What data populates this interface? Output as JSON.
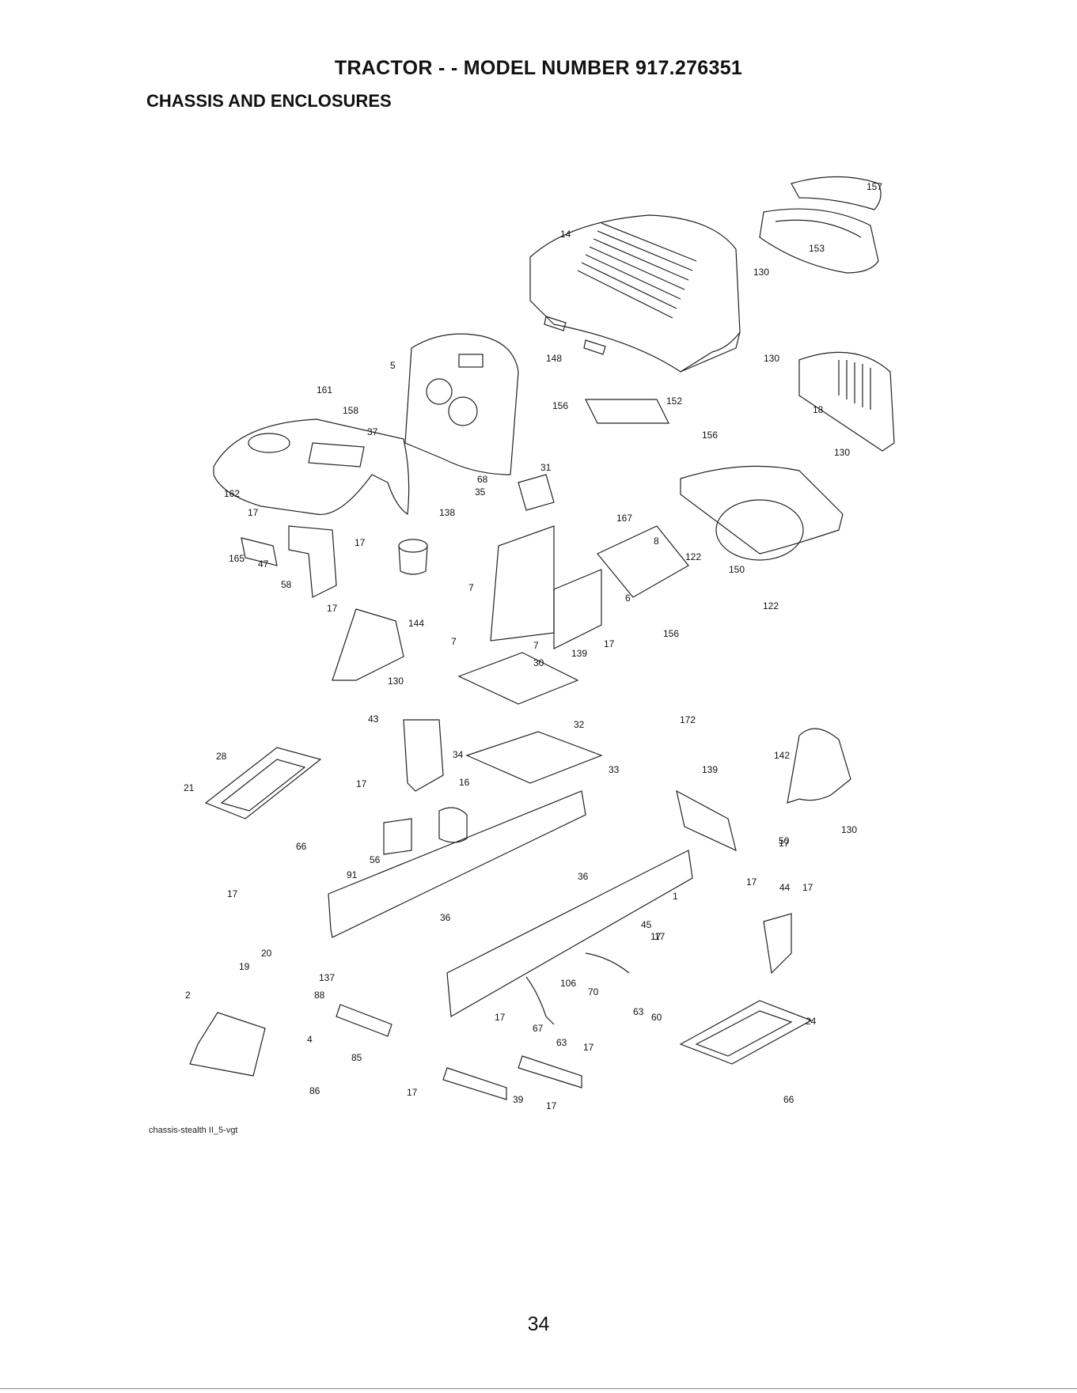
{
  "header": {
    "title": "TRACTOR - - MODEL NUMBER 917.276351",
    "section": "CHASSIS AND ENCLOSURES"
  },
  "figure": {
    "caption": "chassis-stealth II_5-vgt",
    "part_labels": [
      "157",
      "14",
      "153",
      "130",
      "148",
      "5",
      "130",
      "161",
      "156",
      "152",
      "158",
      "18",
      "37",
      "156",
      "130",
      "31",
      "68",
      "35",
      "162",
      "167",
      "17",
      "138",
      "8",
      "17",
      "122",
      "165",
      "150",
      "47",
      "7",
      "58",
      "17",
      "144",
      "6",
      "156",
      "122",
      "7",
      "17",
      "7",
      "130",
      "30",
      "139",
      "172",
      "43",
      "32",
      "34",
      "142",
      "28",
      "33",
      "139",
      "16",
      "17",
      "21",
      "17",
      "50",
      "130",
      "66",
      "91",
      "56",
      "36",
      "17",
      "44",
      "17",
      "36",
      "17",
      "1",
      "45",
      "17",
      "20",
      "17",
      "19",
      "137",
      "106",
      "88",
      "70",
      "2",
      "17",
      "63",
      "60",
      "67",
      "4",
      "24",
      "63",
      "85",
      "17",
      "86",
      "17",
      "39",
      "17",
      "66"
    ]
  },
  "page": {
    "number": "34"
  },
  "colors": {
    "ink": "#111111",
    "background": "#ffffff"
  }
}
